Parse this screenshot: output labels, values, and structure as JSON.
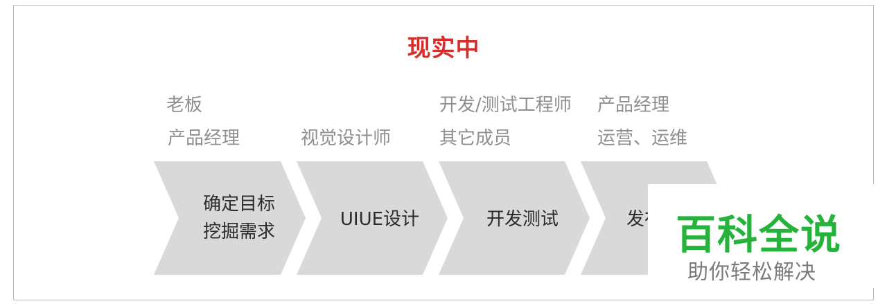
{
  "title": "现实中",
  "roles": {
    "col1": [
      "老板",
      "产品经理"
    ],
    "col2": [
      "视觉设计师"
    ],
    "col3": [
      "开发/测试工程师",
      "其它成员"
    ],
    "col4": [
      "产品经理",
      "运营、运维"
    ]
  },
  "steps": [
    {
      "lines": [
        "确定目标",
        "挖掘需求"
      ]
    },
    {
      "lines": [
        "UIUE设计"
      ]
    },
    {
      "lines": [
        "开发测试"
      ]
    },
    {
      "lines": [
        "发布"
      ]
    }
  ],
  "watermark": {
    "main": "百科全说",
    "sub": "助你轻松解决"
  },
  "colors": {
    "title": "#d42f2b",
    "chevron": "#d9d9d9",
    "role_text": "#8f8f8f",
    "watermark": "#26b33b"
  }
}
